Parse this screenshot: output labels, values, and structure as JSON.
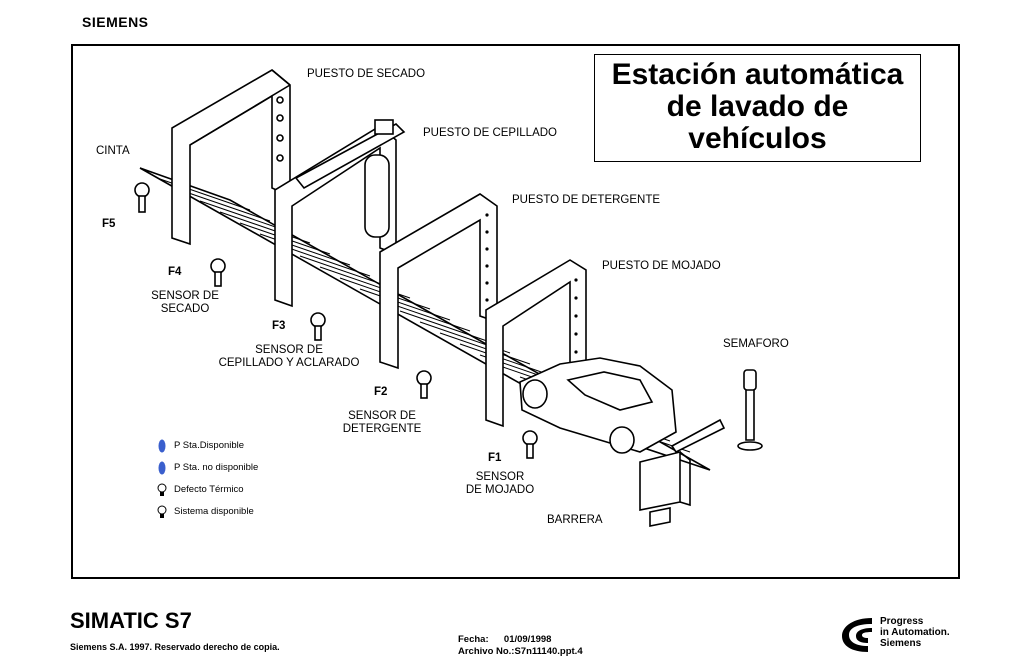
{
  "header": {
    "brand": "SIEMENS"
  },
  "title": {
    "line1": "Estación automática",
    "line2": "de lavado de",
    "line3": "vehículos"
  },
  "labels": {
    "puesto_secado": "PUESTO DE SECADO",
    "puesto_cepillado": "PUESTO DE CEPILLADO",
    "puesto_detergente": "PUESTO DE DETERGENTE",
    "puesto_mojado": "PUESTO DE MOJADO",
    "cinta": "CINTA",
    "semaforo": "SEMAFORO",
    "barrera": "BARRERA",
    "f5": "F5",
    "f4": "F4",
    "f3": "F3",
    "f2": "F2",
    "f1": "F1",
    "sensor_secado_1": "SENSOR DE",
    "sensor_secado_2": "SECADO",
    "sensor_cepillado_1": "SENSOR DE",
    "sensor_cepillado_2": "CEPILLADO Y ACLARADO",
    "sensor_detergente_1": "SENSOR DE",
    "sensor_detergente_2": "DETERGENTE",
    "sensor_mojado_1": "SENSOR",
    "sensor_mojado_2": "DE MOJADO"
  },
  "legend": [
    {
      "label": "P Sta.Disponible",
      "icon": "blue-lamp-icon"
    },
    {
      "label": "P Sta. no disponible",
      "icon": "blue-lamp-icon"
    },
    {
      "label": "Defecto Térmico",
      "icon": "bulb-icon"
    },
    {
      "label": "Sistema disponible",
      "icon": "bulb-icon"
    }
  ],
  "footer": {
    "product": "SIMATIC S7",
    "copyright": "Siemens S.A. 1997. Reservado derecho de copia.",
    "fecha_label": "Fecha:",
    "fecha_value": "01/09/1998",
    "archivo": "Archivo No.:S7n11140.ppt.4",
    "slogan1": "Progress",
    "slogan2": "in Automation.",
    "slogan3": "Siemens"
  },
  "colors": {
    "lamp_blue": "#3a5fcd",
    "line": "#000000"
  }
}
